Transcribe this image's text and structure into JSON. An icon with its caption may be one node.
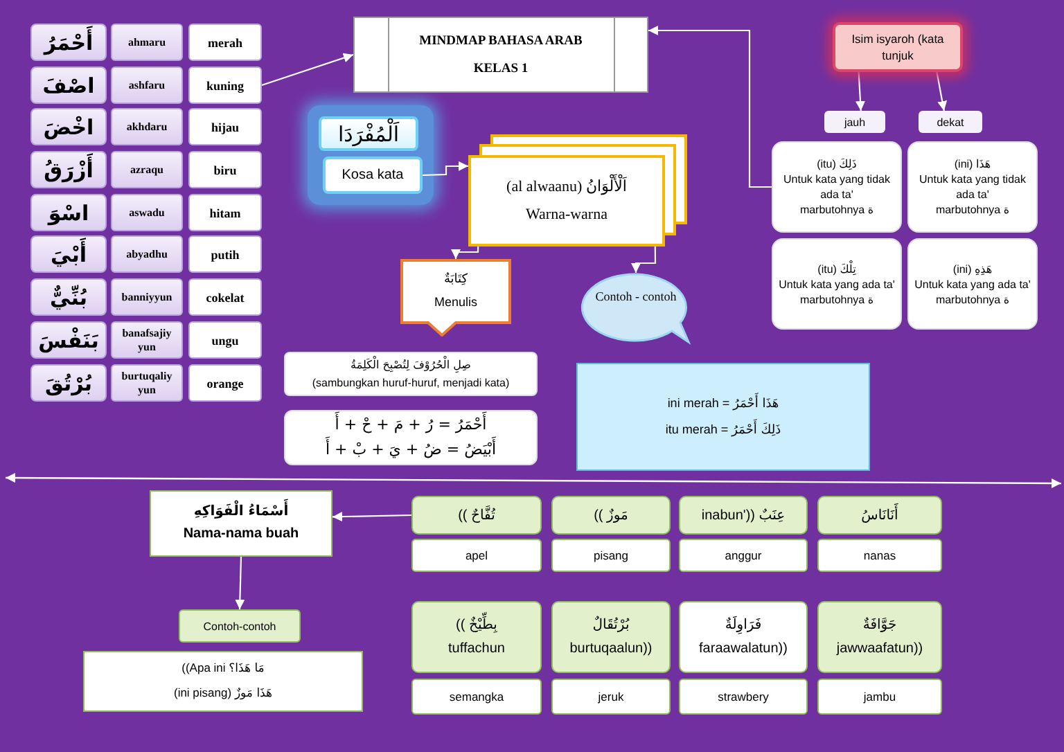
{
  "diagram": {
    "nodes": [
      {
        "text": [
          "MINDMAP BAHASA ARAB KELAS  1"
        ]
      },
      {
        "text": [
          "أَحْمَرُ"
        ]
      },
      {
        "text": [
          "ahmaru"
        ]
      },
      {
        "text": [
          "merah"
        ]
      },
      {
        "text": [
          "اصْفَ"
        ]
      },
      {
        "text": [
          "ashfaru"
        ]
      },
      {
        "text": [
          "kuning"
        ]
      },
      {
        "text": [
          "اخْضَ"
        ]
      },
      {
        "text": [
          "akhdaru"
        ]
      },
      {
        "text": [
          "hijau"
        ]
      },
      {
        "text": [
          "أَزْرَقُ"
        ]
      },
      {
        "text": [
          "azraqu"
        ]
      },
      {
        "text": [
          "biru"
        ]
      },
      {
        "text": [
          "اسْوَ"
        ]
      },
      {
        "text": [
          "aswadu"
        ]
      },
      {
        "text": [
          "hitam"
        ]
      },
      {
        "text": [
          "أَبْيَ"
        ]
      },
      {
        "text": [
          "abyadhu"
        ]
      },
      {
        "text": [
          "putih"
        ]
      },
      {
        "text": [
          "بُنِّيٌّ"
        ]
      },
      {
        "text": [
          "banniyyun"
        ]
      },
      {
        "text": [
          "cokelat"
        ]
      },
      {
        "text": [
          "بَنَفْسَ"
        ]
      },
      {
        "text": [
          "banafsajiy yun"
        ]
      },
      {
        "text": [
          "ungu"
        ]
      },
      {
        "text": [
          "بُرْتُقَ"
        ]
      },
      {
        "text": [
          "burtuqaliy yun"
        ]
      },
      {
        "text": [
          "orange"
        ]
      },
      {
        "text": [
          "اَلْمُفْرَدَا"
        ]
      },
      {
        "text": [
          "Kosa kata"
        ]
      },
      {
        "text": [
          "اَلْأَلْوَانُ",
          "(al alwaanu)",
          "Warna-warna"
        ]
      },
      {
        "text": [
          "كِتَابَةٌ",
          "Menulis"
        ]
      },
      {
        "text": [
          "Contoh - contoh"
        ]
      },
      {
        "text": [
          "صِلِ الْحُرُوْفَ لِتُصْبِحَ الْكَلِمَةُ",
          "(sambungkan huruf-huruf, menjadi  kata)"
        ]
      },
      {
        "text": [
          "أَحْمَرُ = رُ + مَ + حْ + أَ",
          "أَبْيَضُ = ضُ + يَ + بْ + أَ"
        ]
      },
      {
        "text": [
          "ini merah =",
          "هَذَا أَحْمَرُ",
          "itu merah =",
          "ذَلِكَ أَحْمَرُ"
        ]
      },
      {
        "text": [
          "Isim isyaroh (kata tunjuk"
        ]
      },
      {
        "text": [
          "jauh"
        ]
      },
      {
        "text": [
          "dekat"
        ]
      },
      {
        "text": [
          "(itu)",
          "ذَلِكَ",
          "Untuk kata yang tidak ada ta'",
          "marbutohnya ة"
        ]
      },
      {
        "text": [
          "(ini)",
          "هَذَا",
          "Untuk kata yang tidak ada ta'",
          "marbutohnya ة"
        ]
      },
      {
        "text": [
          "(itu)",
          "تِلْكَ",
          "Untuk kata yang ada ta'",
          "marbutohnya ة"
        ]
      },
      {
        "text": [
          "(ini)",
          "هَذِهِ",
          "Untuk kata yang ada ta'",
          "marbutohnya ة"
        ]
      },
      {
        "text": [
          "أَسْمَاءُ الْفَوَاكِهِ",
          "Nama-nama buah"
        ]
      },
      {
        "text": [
          "Contoh-contoh"
        ]
      },
      {
        "text": [
          "((Apa ini",
          "مَا هَذَا؟",
          "(ini pisang)",
          "هَذَا مَوزٌ"
        ]
      },
      {
        "text": [
          "تُفَّاحٌ",
          "(("
        ]
      },
      {
        "text": [
          "apel"
        ]
      },
      {
        "text": [
          "مَوزٌ",
          "(("
        ]
      },
      {
        "text": [
          "pisang"
        ]
      },
      {
        "text": [
          "عِنَبٌ",
          "inabun'))"
        ]
      },
      {
        "text": [
          "anggur"
        ]
      },
      {
        "text": [
          "أَنَانَاسُ"
        ]
      },
      {
        "text": [
          "nanas"
        ]
      },
      {
        "text": [
          "بِطِّيْخٌ",
          "((",
          "tuffachun"
        ]
      },
      {
        "text": [
          "semangka"
        ]
      },
      {
        "text": [
          "بُرْتُقَالٌ",
          "burtuqaalun))"
        ]
      },
      {
        "text": [
          "jeruk"
        ]
      },
      {
        "text": [
          "فَرَاوِلَةٌ",
          "faraawalatun))"
        ]
      },
      {
        "text": [
          "strawbery"
        ]
      },
      {
        "text": [
          "جَوَّافَةٌ",
          "jawwaafatun))"
        ]
      },
      {
        "text": [
          "jambu"
        ]
      }
    ],
    "edges": [
      {
        "from": 6,
        "to": 0,
        "arrow": "to"
      },
      {
        "from": 29,
        "to": 30,
        "arrow": "to"
      },
      {
        "from": 30,
        "to": 31,
        "arrow": "to"
      },
      {
        "from": 30,
        "to": 32,
        "arrow": "to"
      },
      {
        "from": 36,
        "to": 37,
        "arrow": "to"
      },
      {
        "from": 36,
        "to": 38,
        "arrow": "to"
      },
      {
        "from": 39,
        "to": 0,
        "arrow": "to"
      },
      {
        "from": 46,
        "to": 43,
        "arrow": "to"
      },
      {
        "from": 43,
        "to": 44,
        "arrow": "to"
      }
    ]
  }
}
